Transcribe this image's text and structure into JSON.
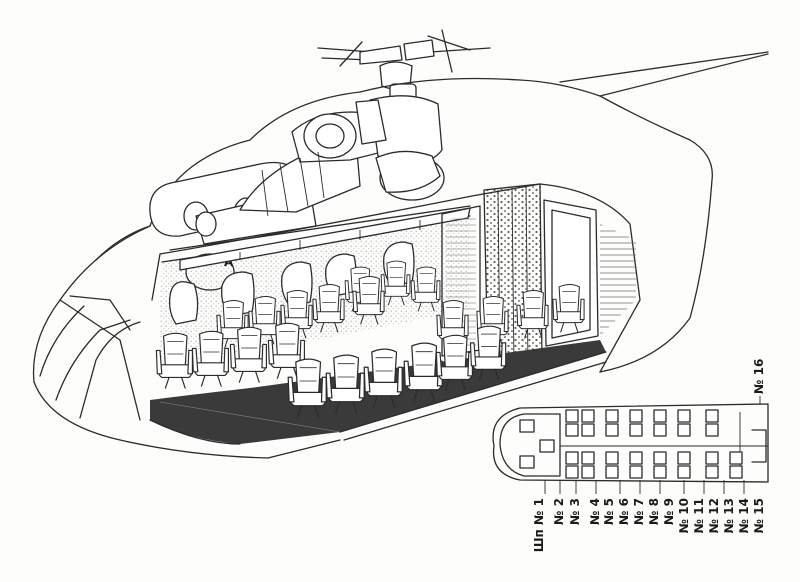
{
  "diagram": {
    "callout_letter": "A",
    "labels": [
      {
        "id": "shp1",
        "text": "Шп № 1"
      },
      {
        "id": "n2",
        "text": "№ 2"
      },
      {
        "id": "n3",
        "text": "№ 3"
      },
      {
        "id": "n4",
        "text": "№ 4"
      },
      {
        "id": "n5",
        "text": "№ 5"
      },
      {
        "id": "n6",
        "text": "№ 6"
      },
      {
        "id": "n7",
        "text": "№ 7"
      },
      {
        "id": "n8",
        "text": "№ 8"
      },
      {
        "id": "n9",
        "text": "№ 9"
      },
      {
        "id": "n10",
        "text": "№ 10"
      },
      {
        "id": "n11",
        "text": "№ 11"
      },
      {
        "id": "n12",
        "text": "№ 12"
      },
      {
        "id": "n13",
        "text": "№ 13"
      },
      {
        "id": "n14",
        "text": "№ 14"
      },
      {
        "id": "n15",
        "text": "№ 15"
      },
      {
        "id": "n16",
        "text": "№ 16"
      }
    ]
  }
}
